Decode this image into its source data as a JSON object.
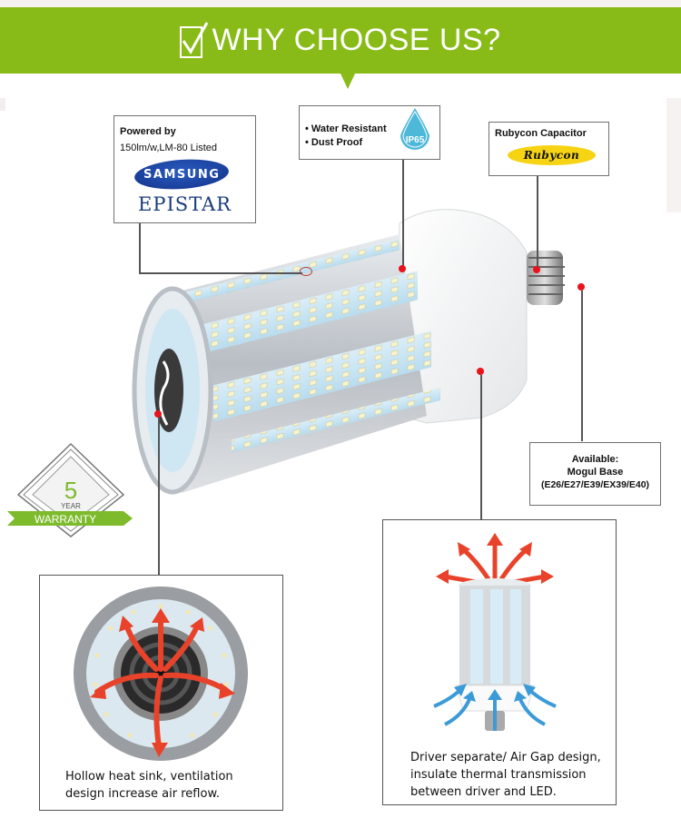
{
  "banner": {
    "title": "WHY CHOOSE US?",
    "icon": "checkbox-icon",
    "color": "#88bb17"
  },
  "callouts": {
    "powered": {
      "heading": "Powered by",
      "subheading": "150lm/w,LM-80 Listed",
      "logos": [
        "SAMSUNG",
        "EPISTAR"
      ]
    },
    "protection": {
      "bullets": [
        "Water Resistant",
        "Dust Proof"
      ],
      "badge": "IP65",
      "badge_color": "#4db8d8"
    },
    "capacitor": {
      "heading": "Rubycon Capacitor",
      "logo": "Rubycon",
      "logo_color": "#f6d414"
    },
    "base": {
      "line1": "Available:",
      "line2": "Mogul Base",
      "line3": "(E26/E27/E39/EX39/E40)"
    }
  },
  "warranty": {
    "years": "5",
    "unit": "YEAR",
    "label": "WARRANTY",
    "ribbon_color": "#7dbb2c"
  },
  "panels": {
    "heatsink": {
      "caption_line1": "Hollow heat sink, ventilation",
      "caption_line2": "design increase air reflow."
    },
    "driver": {
      "caption_line1": "Driver separate/ Air Gap design,",
      "caption_line2": "insulate thermal transmission",
      "caption_line3": "between driver and LED."
    }
  },
  "colors": {
    "marker": "#e8131c",
    "hot_arrow": "#e8432a",
    "cool_arrow": "#3b9ad8"
  }
}
